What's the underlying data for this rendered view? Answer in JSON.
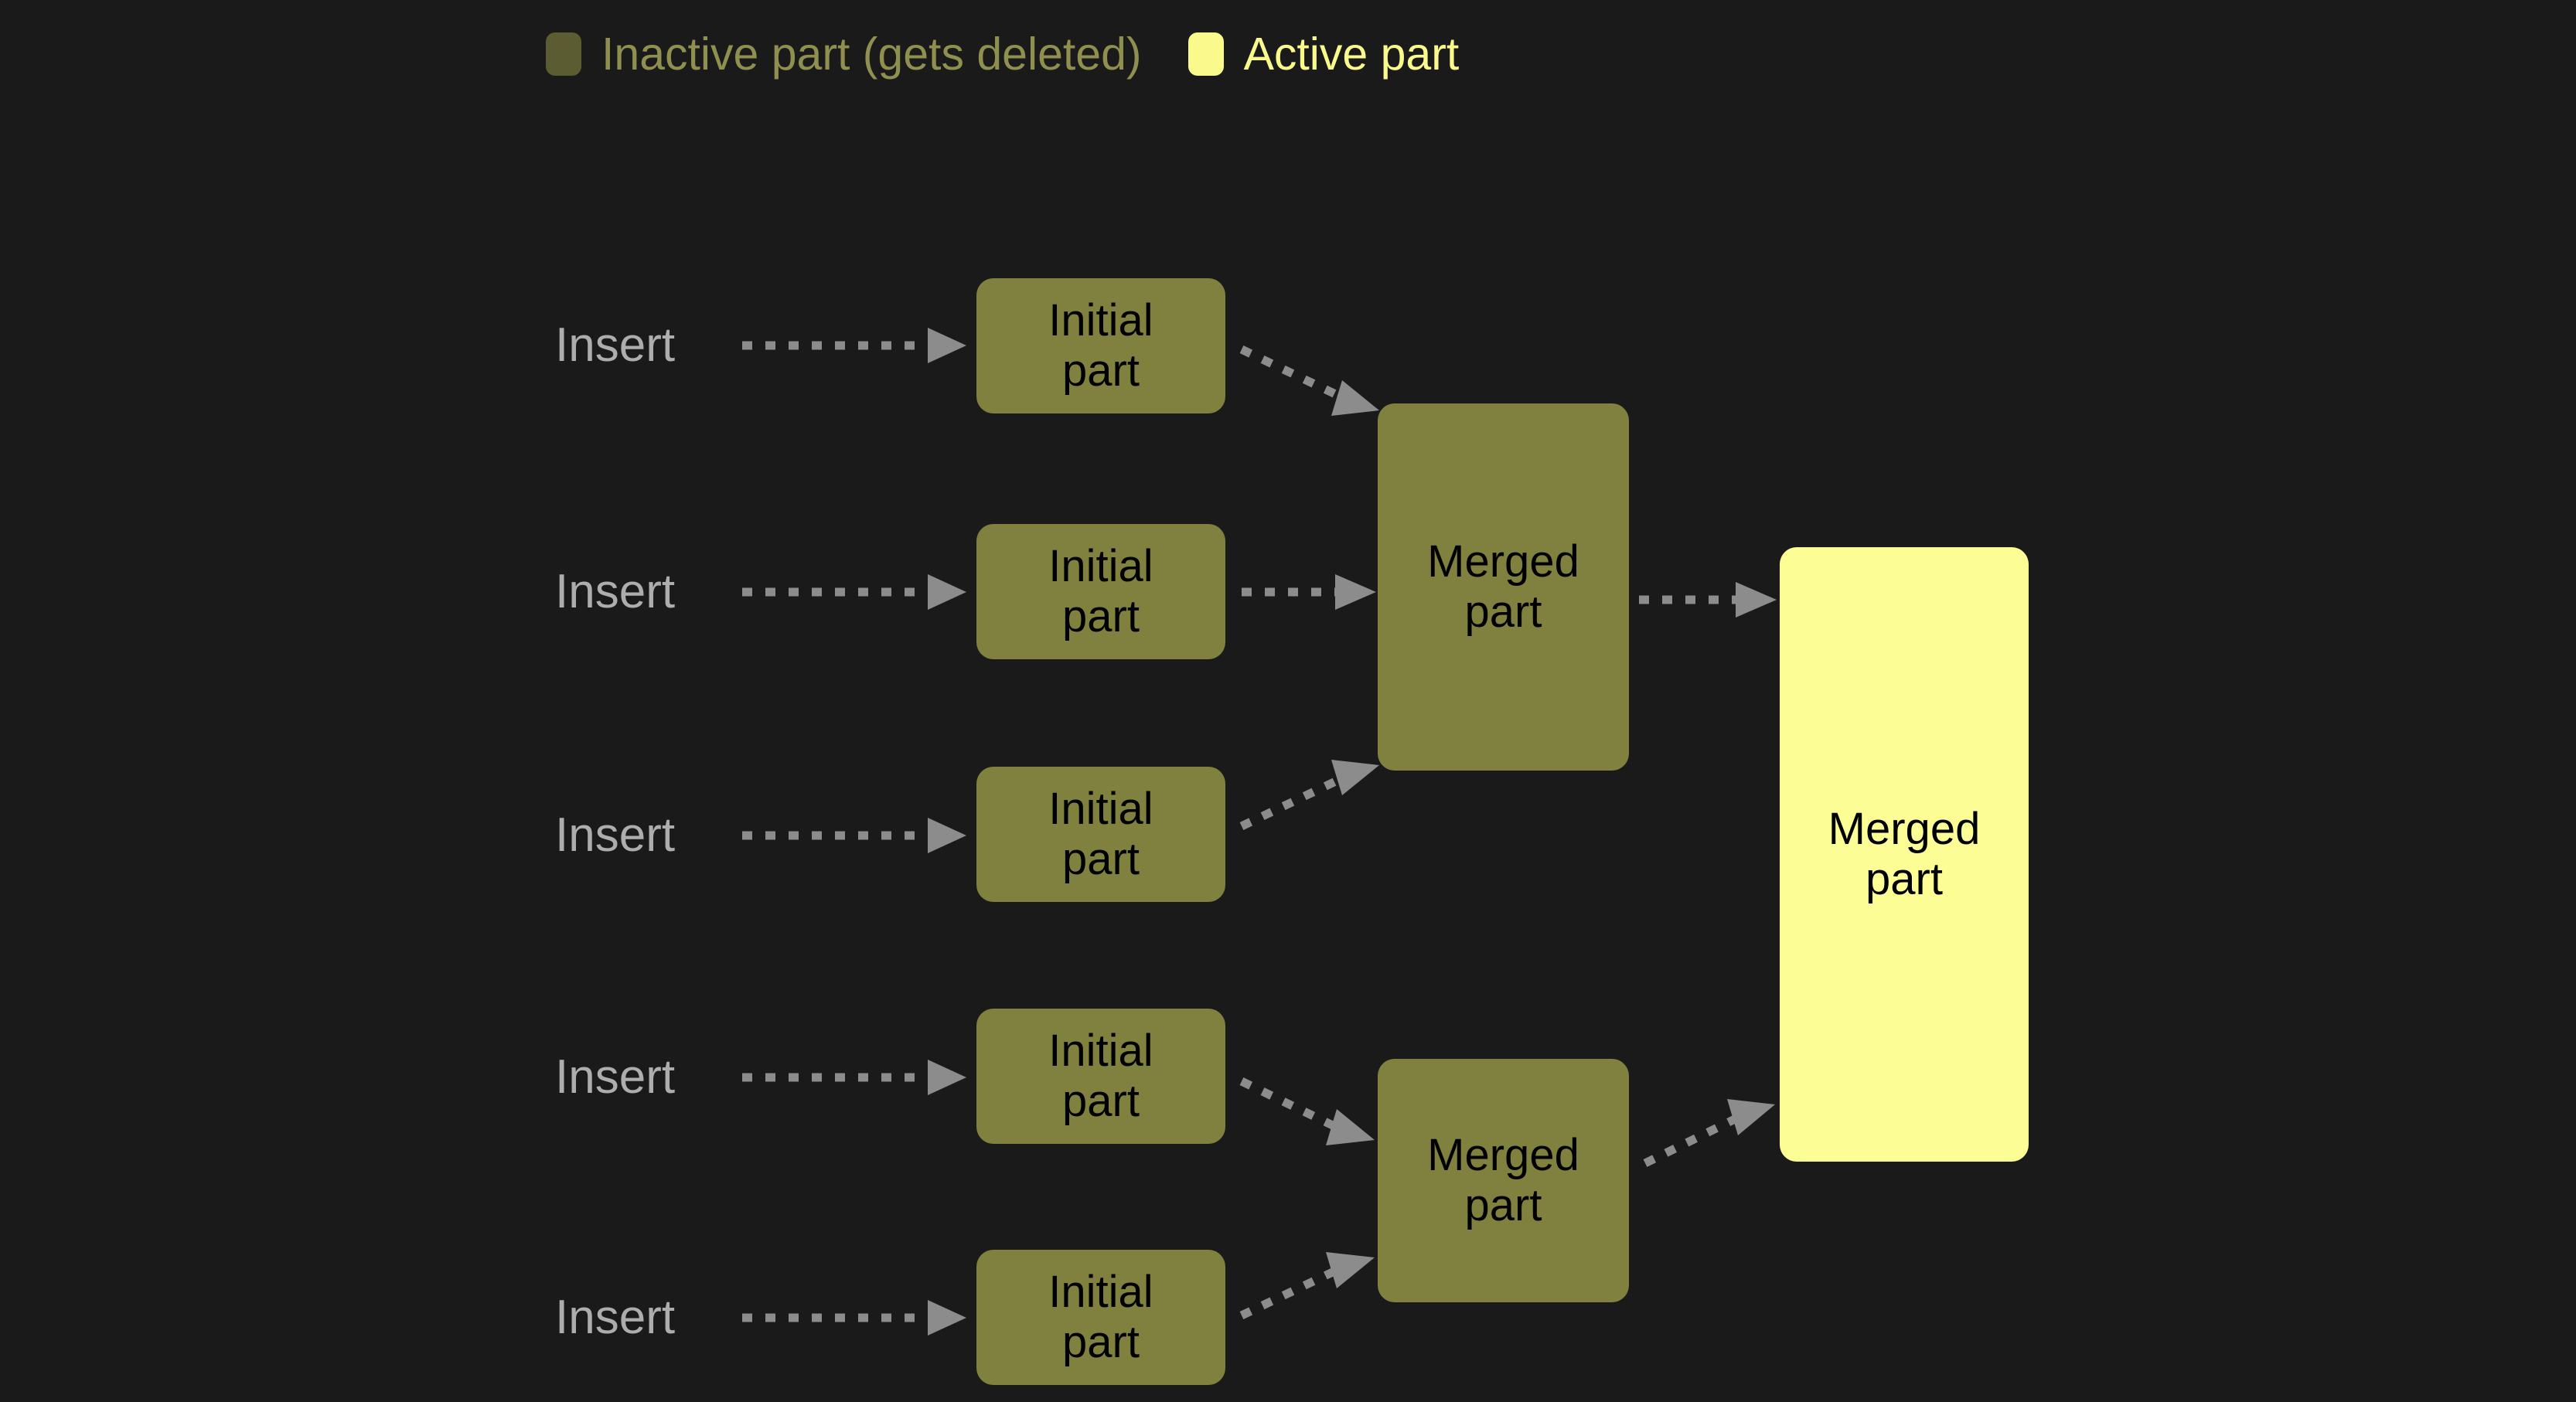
{
  "background_color": "#1a1a1a",
  "palette": {
    "inactive_fill": "#80803f",
    "inactive_swatch": "#5c5c33",
    "inactive_text": "#8f8f4f",
    "active_fill": "#fdfd96",
    "active_swatch": "#fafa8c",
    "active_text": "#fafa8c",
    "node_text": "#000000",
    "insert_text": "#adadad",
    "arrow_color": "#8c8c8c"
  },
  "legend": {
    "items": [
      {
        "label": "Inactive part (gets deleted)",
        "swatch": "inactive-swatch",
        "state": "inactive"
      },
      {
        "label": "Active part",
        "swatch": "active-swatch",
        "state": "active"
      }
    ]
  },
  "diagram": {
    "insert_labels": [
      {
        "text": "Insert"
      },
      {
        "text": "Insert"
      },
      {
        "text": "Insert"
      },
      {
        "text": "Insert"
      },
      {
        "text": "Insert"
      }
    ],
    "initial_parts": [
      {
        "line1": "Initial",
        "line2": "part",
        "state": "inactive"
      },
      {
        "line1": "Initial",
        "line2": "part",
        "state": "inactive"
      },
      {
        "line1": "Initial",
        "line2": "part",
        "state": "inactive"
      },
      {
        "line1": "Initial",
        "line2": "part",
        "state": "inactive"
      },
      {
        "line1": "Initial",
        "line2": "part",
        "state": "inactive"
      }
    ],
    "merged_parts": [
      {
        "line1": "Merged",
        "line2": "part",
        "state": "inactive"
      },
      {
        "line1": "Merged",
        "line2": "part",
        "state": "inactive"
      }
    ],
    "final_part": {
      "line1": "Merged",
      "line2": "part",
      "state": "active"
    }
  }
}
